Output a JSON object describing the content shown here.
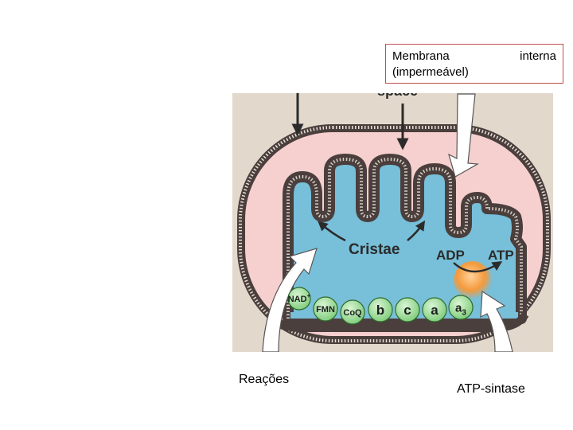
{
  "callout": {
    "word1": "Membrana",
    "word2": "interna",
    "line2": "(impermeável)"
  },
  "figure": {
    "partial_top_label": "space",
    "cristae_label": "Cristae",
    "adp_label": "ADP",
    "atp_label": "ATP",
    "chain": [
      {
        "main": "NAD",
        "sup": "+",
        "sub": ""
      },
      {
        "main": "FMN",
        "sup": "",
        "sub": ""
      },
      {
        "main": "CoQ",
        "sup": "",
        "sub": ""
      },
      {
        "main": "b",
        "sup": "",
        "sub": ""
      },
      {
        "main": "c",
        "sup": "",
        "sub": ""
      },
      {
        "main": "a",
        "sup": "",
        "sub": ""
      },
      {
        "main": "a",
        "sup": "",
        "sub": "3"
      }
    ]
  },
  "labels": {
    "reacoes": "Reações",
    "atp_sintase": "ATP-sintase"
  },
  "colors": {
    "panel_bg": "#e2d8cc",
    "intermembrane": "#f6cfcf",
    "matrix": "#78bfd9",
    "membrane_dark": "#4a3f3c",
    "chain_green": "#93d58f",
    "synthase_orange": "#f49a3c",
    "callout_border": "#c0504d"
  }
}
